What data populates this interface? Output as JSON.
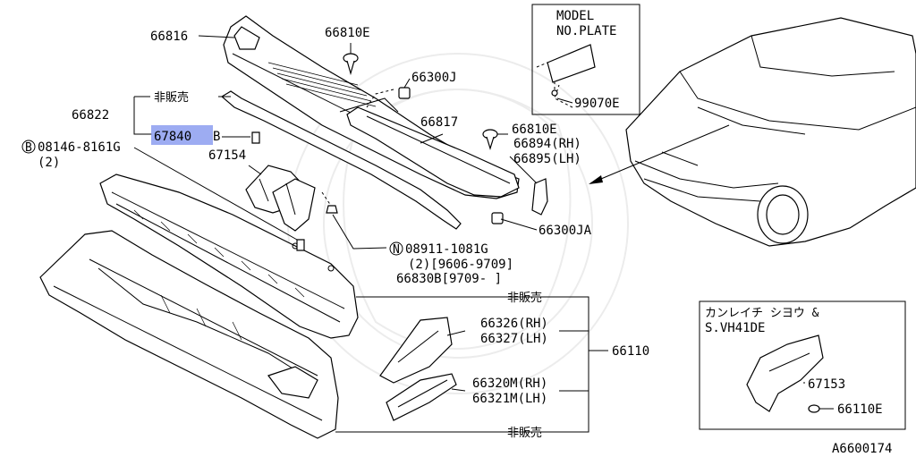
{
  "diagram_id": "A6600174",
  "highlight_color": "#8c9ef0",
  "labels": {
    "p66816": "66816",
    "p66810e_top": "66810E",
    "p66300j": "66300J",
    "p66822": "66822",
    "not_for_sale_top": "非販売",
    "p67840b_hl": "67840",
    "p67840b_suffix": "B",
    "bolt_ref_code": "08146-8161G",
    "bolt_ref_qty": "(2)",
    "p67154": "67154",
    "p66817": "66817",
    "p66810e_right": "66810E",
    "p66894": "66894(RH)",
    "p66895": "66895(LH)",
    "p66300ja": "66300JA",
    "nut_ref_code": "08911-1081G",
    "nut_ref_qty_date": "(2)[9606-9709]",
    "p66830b": "66830B[9709-    ]",
    "not_for_sale_mid": "非販売",
    "p66326": "66326(RH)",
    "p66327": "66327(LH)",
    "p66110": "66110",
    "p66320m": "66320M(RH)",
    "p66321m": "66321M(LH)",
    "not_for_sale_bottom": "非販売",
    "model_plate_line1": "MODEL",
    "model_plate_line2": "NO.PLATE",
    "p99070e": "99070E",
    "inset_title_line1": "カンレイチ シヨウ &",
    "inset_title_line2": "S.VH41DE",
    "p67153": "67153",
    "p66110e": "66110E",
    "circle_b": "B",
    "circle_n": "N"
  }
}
